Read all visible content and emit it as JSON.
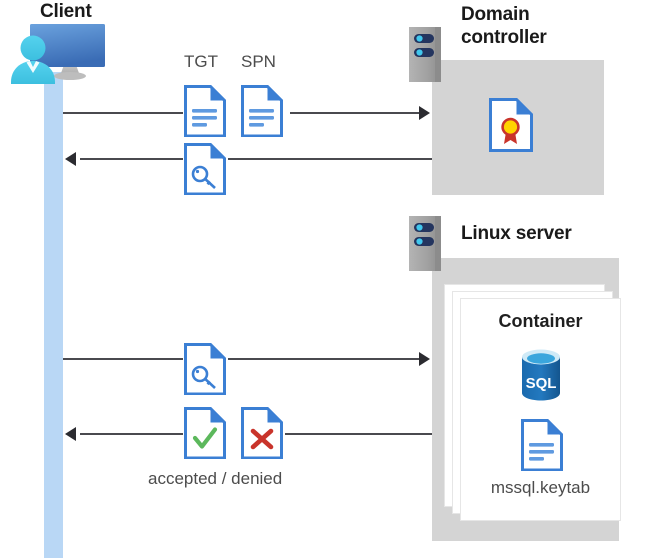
{
  "diagram": {
    "title_client": "Client",
    "title_domain_controller": "Domain\ncontroller",
    "title_linux_server": "Linux server",
    "title_container": "Container",
    "label_tgt": "TGT",
    "label_spn": "SPN",
    "label_keytab": "mssql.keytab",
    "caption_result": "accepted / denied",
    "sql_text": "SQL",
    "icons": {
      "client": "client-workstation-icon",
      "server_rack_dc": "server-rack-icon",
      "server_rack_linux": "server-rack-icon",
      "tgt_doc": "document-lines-icon",
      "spn_doc": "document-lines-icon",
      "key_doc_1": "document-key-icon",
      "key_doc_2": "document-key-icon",
      "accepted_doc": "document-check-icon",
      "denied_doc": "document-cross-icon",
      "certificate": "certificate-document-icon",
      "sql_db": "sql-database-icon",
      "keytab_doc": "document-lines-icon"
    },
    "colors": {
      "panel_gray": "#d4d4d4",
      "lifeline_blue": "#b9d7f5",
      "doc_blue": "#3b7fd4",
      "doc_blue_dark": "#2a6cc0",
      "accent_cyan": "#3ec6ef",
      "monitor_blue": "#5b8fd4",
      "line_gray": "#4a4a4f",
      "check_green": "#5cb85c",
      "cross_red": "#c9342b",
      "cert_gold": "#ffd400",
      "cert_red": "#c9342b",
      "sql_blue": "#1f6fb5",
      "rack_gray": "#9b9b9b",
      "rack_navy": "#1f3864",
      "text_dark": "#1a1a1a",
      "text_gray": "#4c4c4c"
    }
  }
}
